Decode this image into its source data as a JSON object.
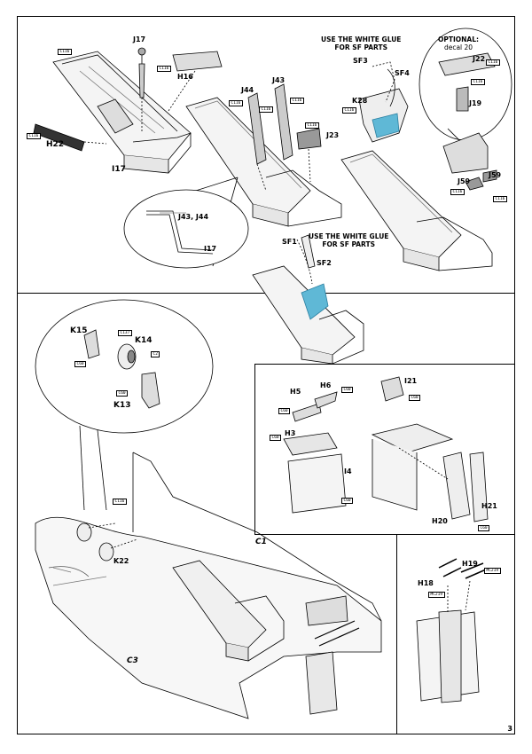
{
  "page_number": "3",
  "notes": {
    "white_glue_top_1": "USE THE WHITE GLUE",
    "white_glue_top_2": "FOR SF PARTS",
    "white_glue_mid_1": "USE THE WHITE GLUE",
    "white_glue_mid_2": "FOR SF PARTS",
    "optional_1": "OPTIONAL:",
    "optional_2": "decal 20"
  },
  "parts": {
    "J17": "J17",
    "H16": "H16",
    "H22": "H22",
    "I17": "I17",
    "J44": "J44",
    "J43": "J43",
    "J23": "J23",
    "SF3": "SF3",
    "SF4": "SF4",
    "K28": "K28",
    "J22": "J22",
    "J19": "J19",
    "J59a": "J59",
    "J59b": "J59",
    "detail_J43_J44": "J43, J44",
    "detail_I17": "I17",
    "SF1": "SF1",
    "SF2": "SF2",
    "K15": "K15",
    "K14": "K14",
    "K13": "K13",
    "H5": "H5",
    "H6": "H6",
    "H3": "H3",
    "I4": "I4",
    "I21": "I21",
    "H20": "H20",
    "H21": "H21",
    "H19": "H19",
    "H18": "H18",
    "C1": "C1",
    "C3": "C3",
    "K22": "K22"
  },
  "color_tags": {
    "t1": "C116",
    "t2": "C116",
    "t3": "C116",
    "t4": "C116",
    "t5": "C116",
    "t6": "C116",
    "t7": "C116",
    "t8": "C116",
    "t9": "C116",
    "t10": "C116",
    "t11": "C116",
    "t12": "C116",
    "t13": "C116",
    "w1": "C137",
    "w2": "C2",
    "w3": "C60",
    "w4": "C60",
    "c1": "C60",
    "c2": "C60",
    "c3": "C60",
    "c4": "C60",
    "c5": "C60",
    "c6": "C60",
    "m1": "MC219",
    "m2": "MC219"
  },
  "colors": {
    "ink": "#000000",
    "paper": "#ffffff",
    "shade": "#c9c9c9",
    "highlight": "#5fb8d6"
  }
}
